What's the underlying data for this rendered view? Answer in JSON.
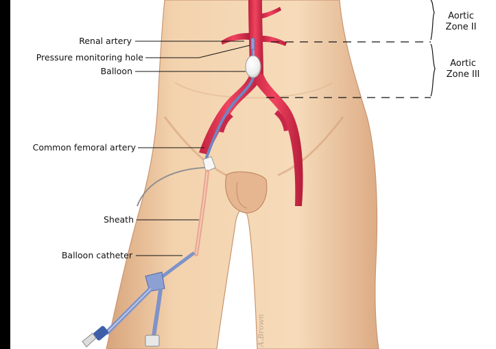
{
  "labels": {
    "renal_artery": "Renal artery",
    "pressure_hole": "Pressure monitoring hole",
    "balloon": "Balloon",
    "femoral_artery": "Common femoral artery",
    "sheath": "Sheath",
    "balloon_catheter": "Balloon catheter"
  },
  "zones": {
    "zone2_line1": "Aortic",
    "zone2_line2": "Zone II",
    "zone3_line1": "Aortic",
    "zone3_line2": "Zone III"
  },
  "signature": "A.Brown",
  "colors": {
    "background": "#000000",
    "panel": "#ffffff",
    "skin": "#f2cfa8",
    "skin_shadow": "#d9a982",
    "artery": "#e0304e",
    "artery_dark": "#b81e3a",
    "catheter": "#7f93c8",
    "sheath": "#e7a58f"
  }
}
